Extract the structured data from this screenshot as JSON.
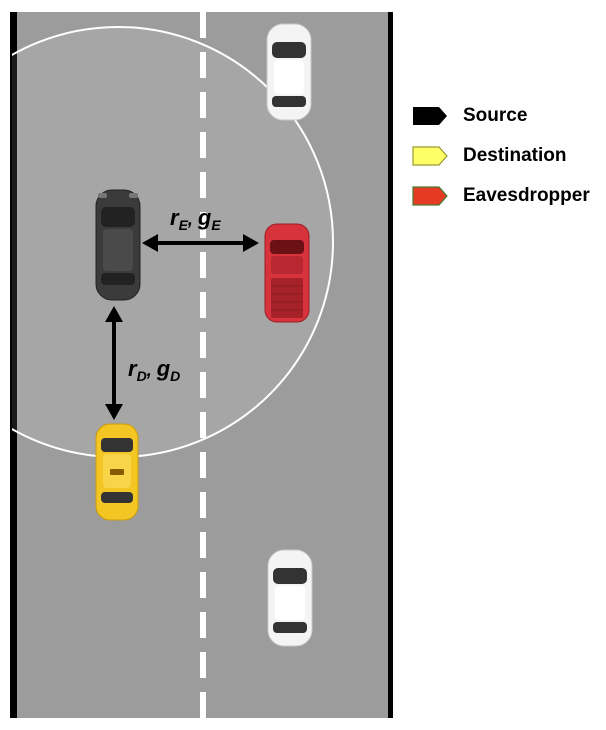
{
  "labels": {
    "eavesdropper_link": {
      "main": "r",
      "sub1": "E",
      "sep": ", ",
      "main2": "g",
      "sub2": "E"
    },
    "destination_link": {
      "main": "r",
      "sub1": "D",
      "sep": ", ",
      "main2": "g",
      "sub2": "D"
    }
  },
  "legend": [
    {
      "label": "Source",
      "color": "#000000"
    },
    {
      "label": "Destination",
      "color": "#ffff66"
    },
    {
      "label": "Eavesdropper",
      "color": "#e53a24",
      "stroke": "#4a7a33"
    }
  ],
  "colors": {
    "road": "#9c9c9c",
    "road_edge": "#000000",
    "lane_marking": "#ffffff",
    "coverage_circle": "#ffffff"
  },
  "vehicles": [
    {
      "role": "source",
      "type": "car",
      "color": "#3b3b3b"
    },
    {
      "role": "destination",
      "type": "taxi",
      "color": "#f3c623"
    },
    {
      "role": "eavesdropper",
      "type": "pickup",
      "color": "#d8323c"
    },
    {
      "role": "other",
      "type": "car",
      "color": "#f4f4f4"
    },
    {
      "role": "other",
      "type": "car",
      "color": "#f4f4f4"
    }
  ],
  "icons": [
    "double-arrow-icon",
    "legend-arrow-tag-icon"
  ]
}
